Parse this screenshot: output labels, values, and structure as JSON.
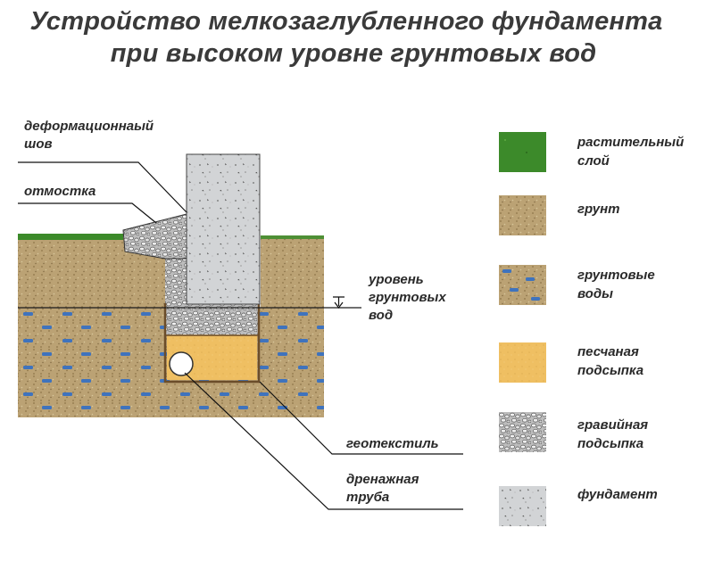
{
  "title": {
    "line1": "Устройство мелкозаглубленного фундамента",
    "line2": "при высоком уровне грунтовых вод"
  },
  "labels": {
    "deform_joint": "деформационнаый\nшов",
    "blind_area": "отмостка",
    "water_level": "уровень\nгрунтовых\nвод",
    "geotextile": "геотекстиль",
    "drain_pipe": "дренажная\nтруба"
  },
  "legend": [
    {
      "label": "растительный\nслой",
      "color": "#3c8a2a"
    },
    {
      "label": "грунт",
      "color": "#bba274"
    },
    {
      "label": "грунтовые\nводы",
      "color": "#b39b6c"
    },
    {
      "label": "песчаная\nподсыпка",
      "color": "#efbf62"
    },
    {
      "label": "гравийная\nподсыпка",
      "color": "#a9a9a9"
    },
    {
      "label": "фундамент",
      "color": "#d2d4d6"
    }
  ],
  "colors": {
    "vegetation": "#3c8a2a",
    "soil": "#bba274",
    "groundwater_dash": "#3f73bd",
    "sand": "#efbf62",
    "gravel": "#a9a9a9",
    "concrete": "#d2d4d6",
    "geotextile": "#6b4d2a"
  }
}
